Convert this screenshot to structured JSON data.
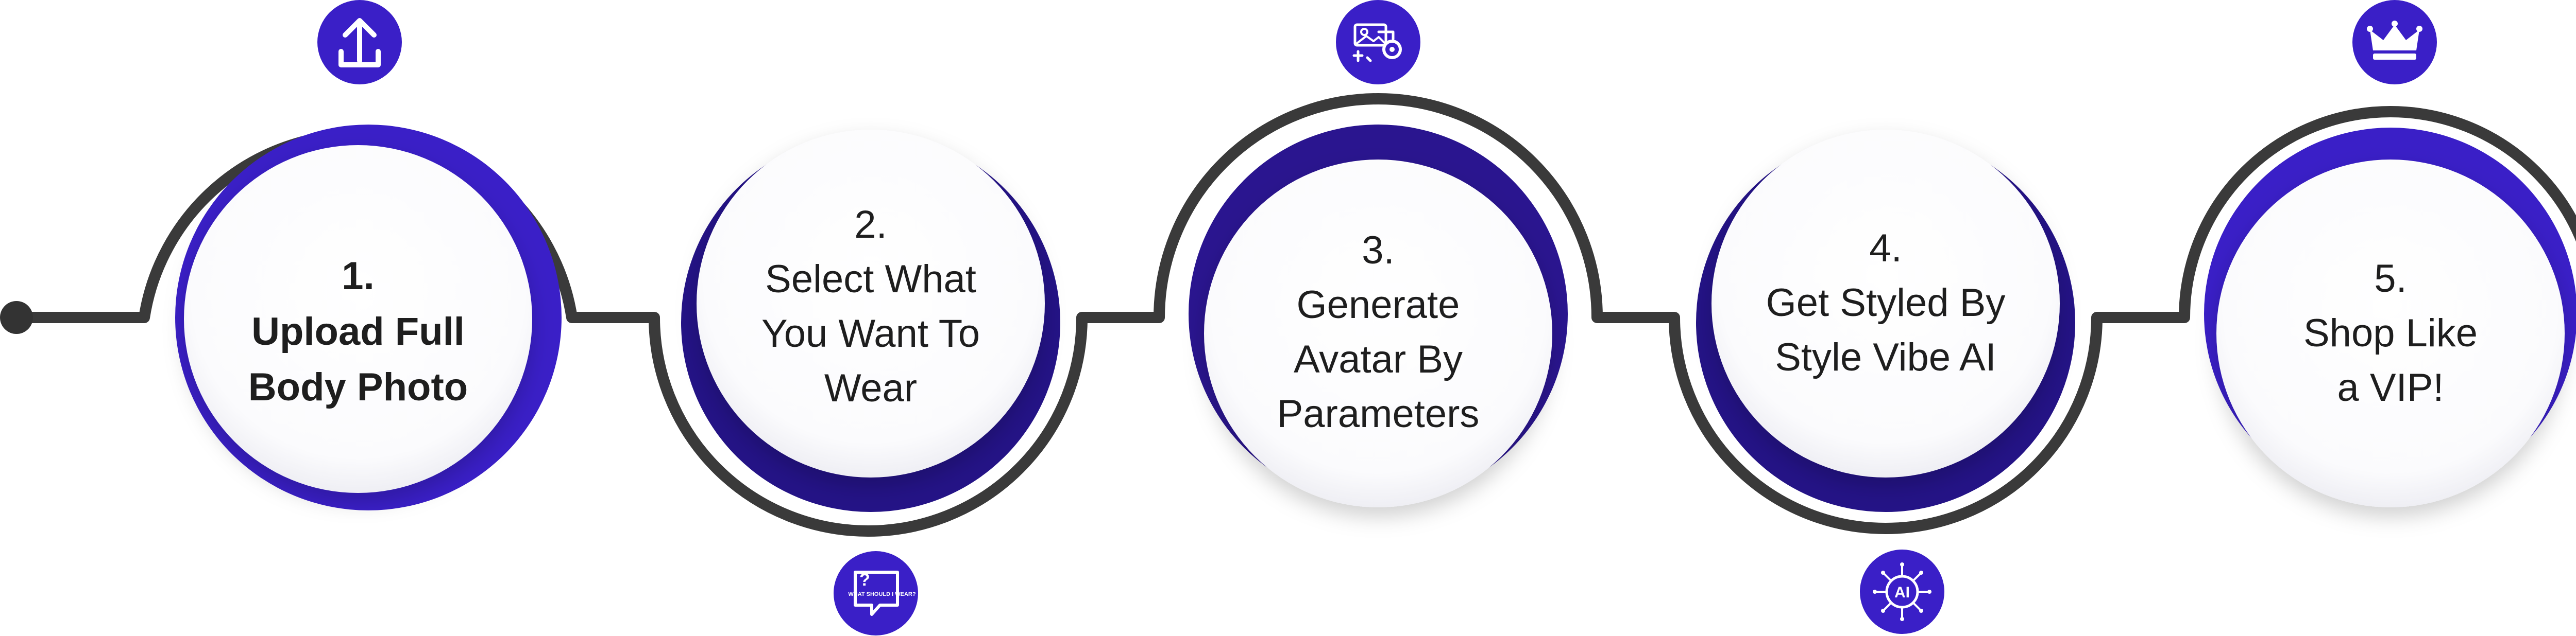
{
  "steps": [
    {
      "number": "1.",
      "lines": [
        "Upload Full",
        "Body Photo"
      ],
      "icon": "upload-icon",
      "bold": true
    },
    {
      "number": "2.",
      "lines": [
        "Select What",
        "You Want To",
        "Wear"
      ],
      "icon": "question-chat-icon",
      "icon_text": "WHAT SHOULD I WEAR?"
    },
    {
      "number": "3.",
      "lines": [
        "Generate",
        "Avatar By",
        "Parameters"
      ],
      "icon": "avatar-settings-icon"
    },
    {
      "number": "4.",
      "lines": [
        "Get Styled By",
        "Style Vibe AI"
      ],
      "icon": "ai-chip-icon",
      "icon_text": "AI"
    },
    {
      "number": "5.",
      "lines": [
        "Shop Like",
        "a VIP!"
      ],
      "icon": "crown-icon"
    }
  ],
  "colors": {
    "accent": "#3a1fc7",
    "accent_dark": "#241386",
    "line": "#3a3a3a",
    "text": "#1e1e1e"
  }
}
